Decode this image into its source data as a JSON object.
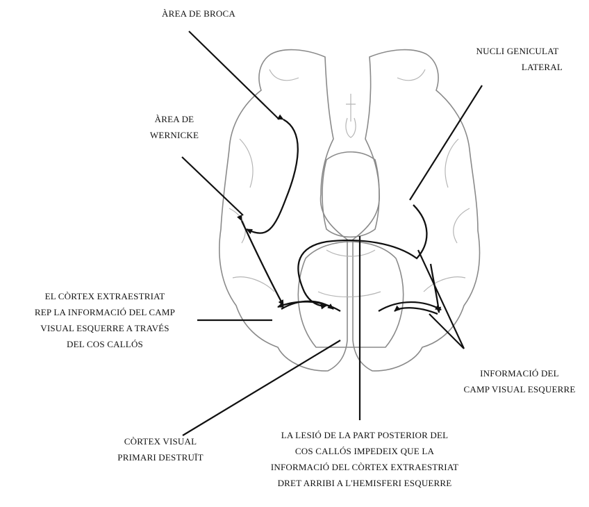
{
  "labels": {
    "broca": [
      "ÀREA DE BROCA"
    ],
    "wernicke": [
      "ÀREA DE",
      "WERNICKE"
    ],
    "geniculate": [
      "NUCLI GENICULAT",
      "LATERAL"
    ],
    "extrastriate": [
      "EL CÒRTEX EXTRAESTRIAT",
      "REP LA INFORMACIÓ DEL CAMP",
      "VISUAL ESQUERRE A TRAVÉS",
      "DEL COS CALLÓS"
    ],
    "visual_field": [
      "INFORMACIÓ DEL",
      "CAMP VISUAL ESQUERRE"
    ],
    "primary_visual": [
      "CÒRTEX VISUAL",
      "PRIMARI DESTRUÏT"
    ],
    "lesion": [
      "LA LESIÓ DE LA PART POSTERIOR DEL",
      "COS CALLÓS IMPEDEIX QUE LA",
      "INFORMACIÓ DEL CÒRTEX EXTRAESTRIAT",
      "DRET ARRIBI A L'HEMISFERI ESQUERRE"
    ]
  },
  "colors": {
    "ink": "#111111",
    "brain_outline": "#8a8a8a",
    "brain_detail": "#b5b5b5"
  }
}
